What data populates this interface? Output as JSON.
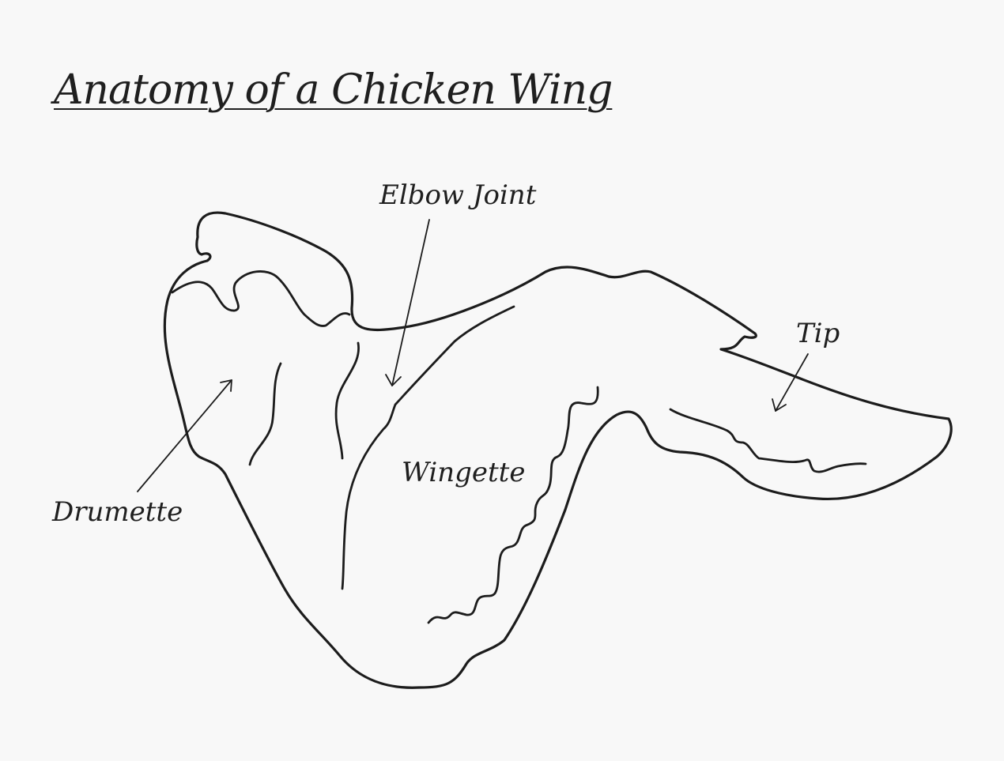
{
  "title": "Anatomy of a Chicken Wing",
  "labels": {
    "elbow_joint": "Elbow Joint",
    "tip": "Tip",
    "wingette": "Wingette",
    "drumette": "Drumette"
  },
  "colors": {
    "background": "#f8f8f8",
    "ink": "#1c1c1c"
  }
}
